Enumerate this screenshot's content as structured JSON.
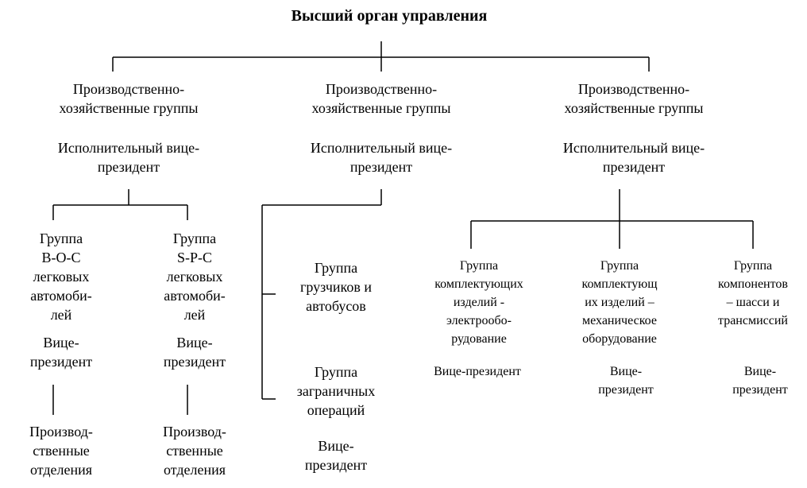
{
  "title": "Высший орган управления",
  "divisions": [
    {
      "group_lines": [
        "Производственно-",
        "хозяйственные группы"
      ],
      "exec_lines": [
        "Исполнительный вице-",
        "президент"
      ]
    },
    {
      "group_lines": [
        "Производственно-",
        "хозяйственные группы"
      ],
      "exec_lines": [
        "Исполнительный вице-",
        "президент"
      ]
    },
    {
      "group_lines": [
        "Производственно-",
        "хозяйственные группы"
      ],
      "exec_lines": [
        "Исполнительный вице-",
        "президент"
      ]
    }
  ],
  "left_subgroups": [
    {
      "name_lines": [
        "Группа",
        "B-O-C",
        "легковых",
        "автомоби-",
        "лей"
      ],
      "vp_lines": [
        "Вице-",
        "президент"
      ],
      "units_lines": [
        "Производ-",
        "ственные",
        "отделения"
      ]
    },
    {
      "name_lines": [
        "Группа",
        "S-P-C",
        "легковых",
        "автомоби-",
        "лей"
      ],
      "vp_lines": [
        "Вице-",
        "президент"
      ],
      "units_lines": [
        "Производ-",
        "ственные",
        "отделения"
      ]
    }
  ],
  "middle_subgroups": [
    {
      "name_lines": [
        "Группа",
        "грузчиков и",
        "автобусов"
      ]
    },
    {
      "name_lines": [
        "Группа",
        "заграничных",
        "операций"
      ]
    }
  ],
  "middle_vp_lines": [
    "Вице-",
    "президент"
  ],
  "right_subgroups": [
    {
      "name_lines": [
        "Группа",
        "комплектующих",
        "изделий -",
        "электрообо-",
        "рудование"
      ],
      "vp_lines": [
        "Вице-президент"
      ]
    },
    {
      "name_lines": [
        "Группа",
        "комплектующ",
        "их изделий –",
        "механическое",
        "оборудование"
      ],
      "vp_lines": [
        "Вице-",
        "президент"
      ]
    },
    {
      "name_lines": [
        "Группа",
        "компонентов",
        "– шасси и",
        "трансмиссий"
      ],
      "vp_lines": [
        "Вице-",
        "президент"
      ]
    }
  ]
}
